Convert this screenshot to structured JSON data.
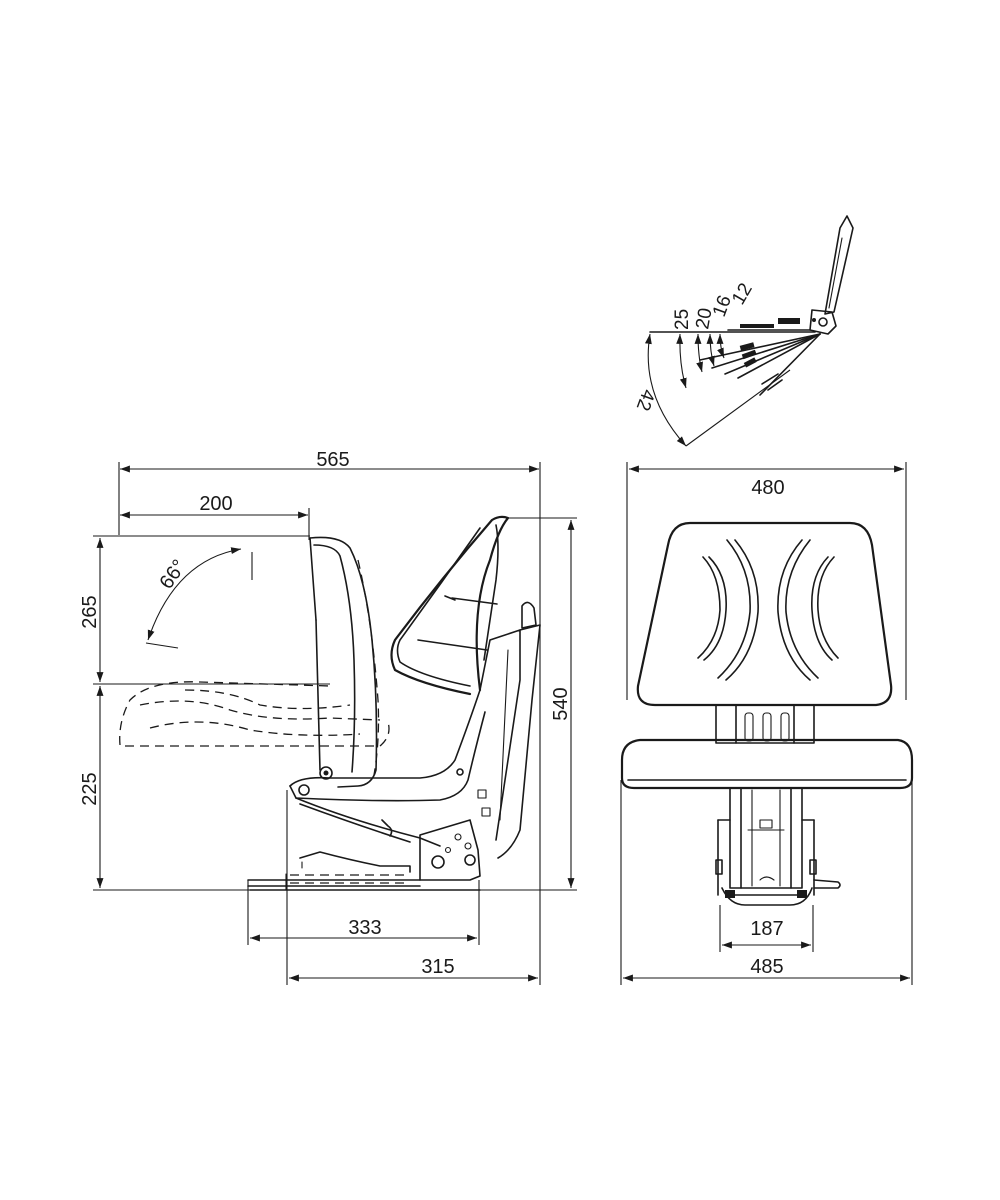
{
  "side_view": {
    "dim_overall_length": "565",
    "dim_fold_depth": "200",
    "dim_backrest_height": "265",
    "dim_seat_height": "225",
    "dim_total_height": "540",
    "dim_base_length": "333",
    "dim_rail_length": "315",
    "fold_angle": "66°"
  },
  "front_view": {
    "dim_backrest_width": "480",
    "dim_seat_width": "485",
    "dim_base_width": "187"
  },
  "adjust_view": {
    "positions": [
      "25",
      "20",
      "16",
      "12"
    ],
    "max_angle": "42"
  }
}
